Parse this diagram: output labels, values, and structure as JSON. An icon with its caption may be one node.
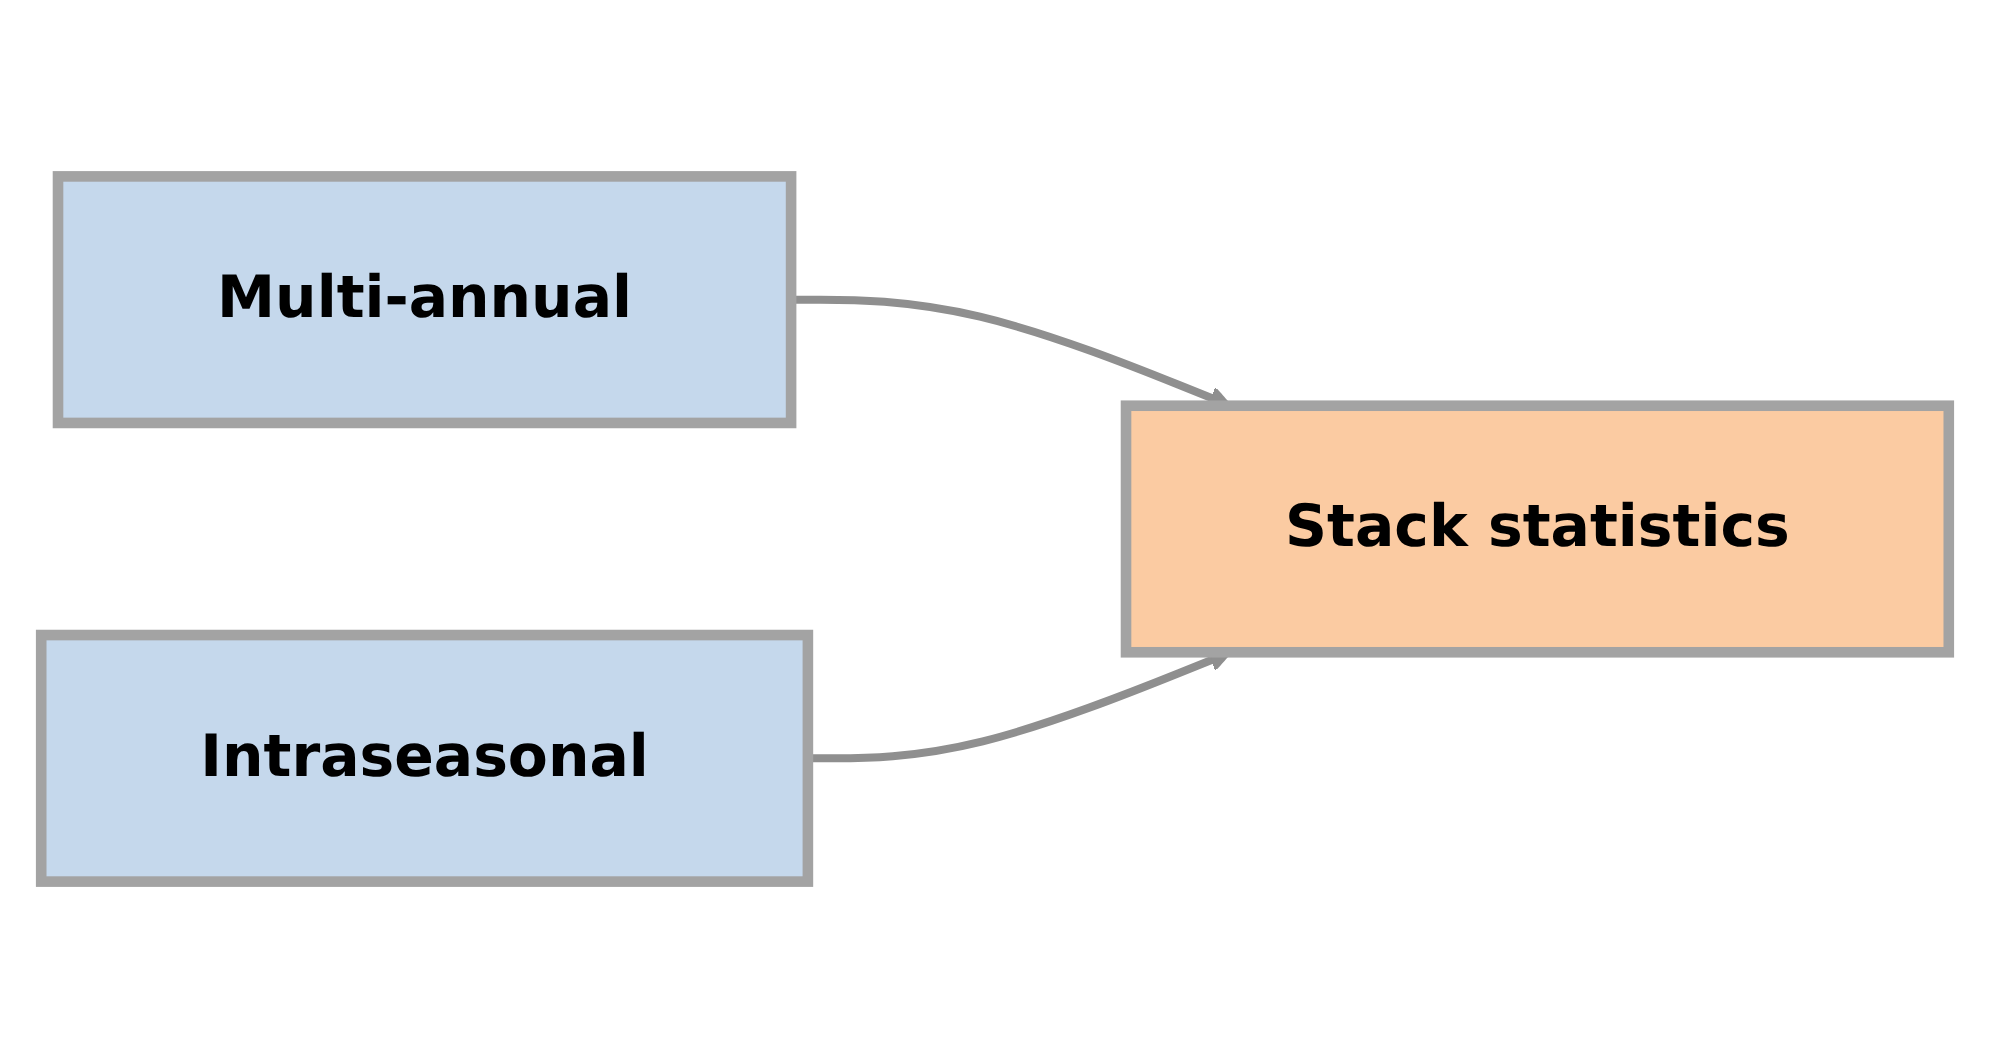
{
  "diagram": {
    "nodes": [
      {
        "text": [
          "Multi-annual"
        ]
      },
      {
        "text": [
          "Intraseasonal"
        ]
      },
      {
        "text": [
          "Stack statistics"
        ]
      }
    ],
    "edges": [
      {
        "from": 0,
        "to": 2,
        "arrow": "to"
      },
      {
        "from": 1,
        "to": 2,
        "arrow": "to"
      }
    ]
  }
}
